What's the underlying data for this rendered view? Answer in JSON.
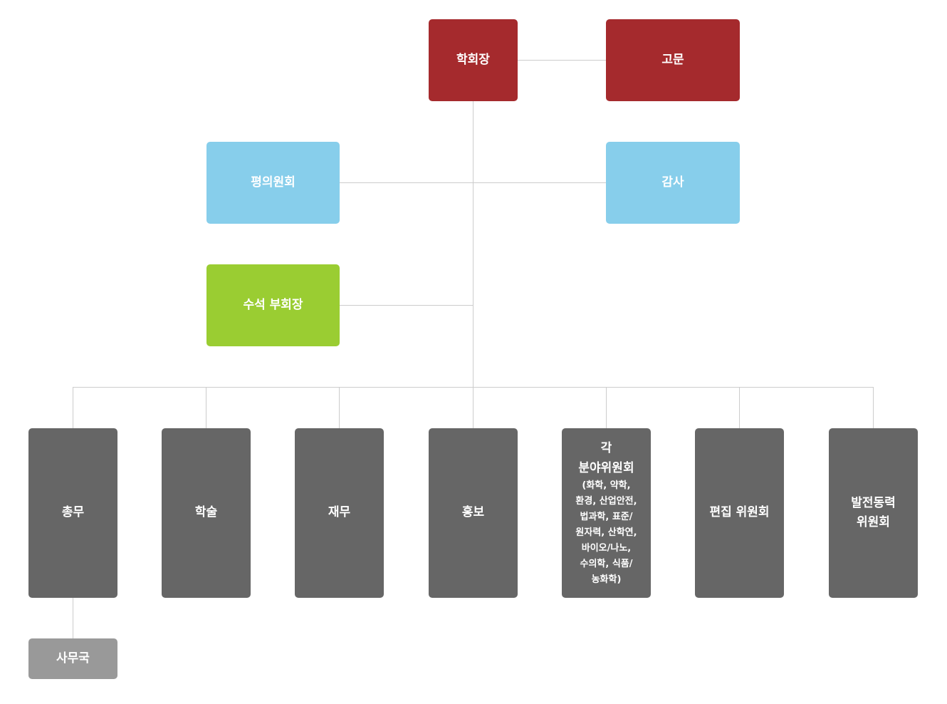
{
  "org": {
    "president": "학회장",
    "advisor": "고문",
    "council": "평의원회",
    "auditor": "감사",
    "senior_vp": "수석 부회장",
    "departments": {
      "general": "총무",
      "academic": "학술",
      "finance": "재무",
      "pr": "홍보",
      "field_committees": {
        "line1": "각",
        "line2": "분야위원회",
        "details": [
          "(화학, 약학,",
          "환경, 산업안전,",
          "법과학, 표준/",
          "원자력, 산학연,",
          "바이오/나노,",
          "수의학, 식품/",
          "농화학)"
        ]
      },
      "editorial": "편집 위원회",
      "development": {
        "line1": "발전동력",
        "line2": "위원회"
      }
    },
    "secretariat": "사무국"
  },
  "colors": {
    "executive": "#a52a2d",
    "oversight": "#87ceeb",
    "vice": "#9acd32",
    "department": "#666666",
    "office": "#999999",
    "connector": "#cccccc"
  }
}
